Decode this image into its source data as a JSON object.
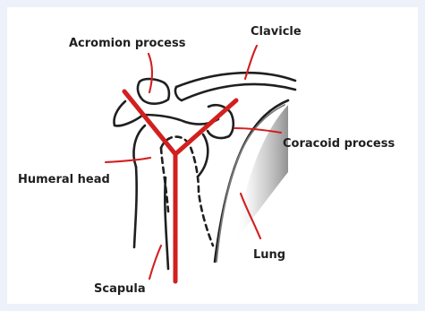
{
  "labels": {
    "acromion_process": "Acromion process",
    "clavicle": "Clavicle",
    "coracoid_process": "Coracoid process",
    "humeral_head": "Humeral head",
    "lung": "Lung",
    "scapula": "Scapula"
  },
  "colors": {
    "background": "#edf1f9",
    "panel": "#ffffff",
    "line": "#1f1f1f",
    "accent_red": "#d21f1f",
    "lung_shadow": "#8c8c8c"
  },
  "icons": {
    "shoulder": "shoulder-anatomy-illustration",
    "y_marker": "y-view-marker"
  }
}
